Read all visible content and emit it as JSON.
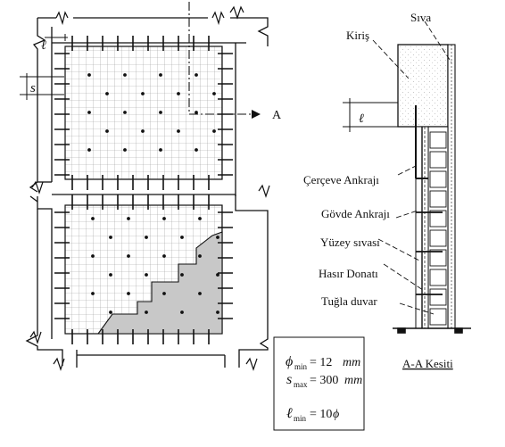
{
  "section_marker": "A",
  "dimension_marks": {
    "anchor_spacing": "s",
    "anchor_length": "ℓ"
  },
  "section_labels": {
    "beam": "Kiriş",
    "plaster": "Sıva",
    "frame_anchor": "Çerçeve Ankrajı",
    "body_anchor": "Gövde Ankrajı",
    "surface_plaster": "Yüzey sıvası",
    "mesh_reinforcement": "Hasır Donatı",
    "brick_wall": "Tuğla duvar"
  },
  "section_title": "A-A Kesiti",
  "formulas": {
    "phi": "ϕ",
    "phi_sub": "min",
    "phi_rhs": "= 12",
    "phi_unit": "mm",
    "s": "s",
    "s_sub": "max",
    "s_rhs": "= 300",
    "s_unit": "mm",
    "l": "ℓ",
    "l_sub": "min",
    "l_rhs": "= 10",
    "l_unit": "ϕ"
  },
  "colors": {
    "line": "#111111",
    "mesh": "#9a9a9a",
    "plaster_fill": "#c8c8c8",
    "beam_stipple": "#b5b5b5"
  }
}
